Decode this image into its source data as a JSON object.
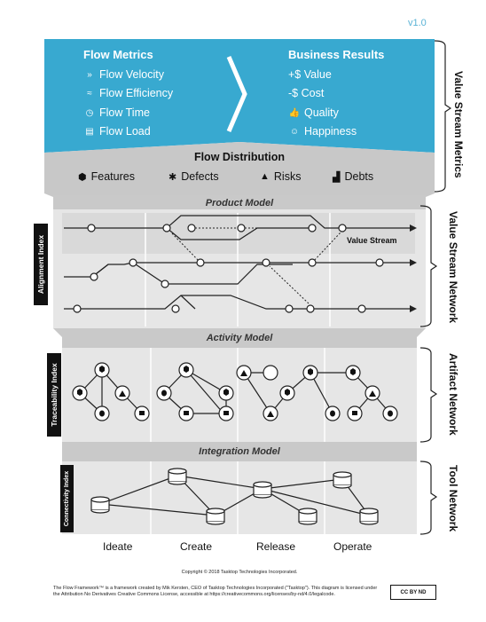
{
  "version": "v1.0",
  "flow_metrics": {
    "title": "Flow Metrics",
    "items": [
      {
        "icon": "flow-velocity-icon",
        "label": "Flow Velocity"
      },
      {
        "icon": "flow-efficiency-icon",
        "label": "Flow Efficiency"
      },
      {
        "icon": "flow-time-icon",
        "label": "Flow Time"
      },
      {
        "icon": "flow-load-icon",
        "label": "Flow Load"
      }
    ]
  },
  "business_results": {
    "title": "Business Results",
    "items": [
      {
        "icon": "plus-dollar-icon",
        "label": "+$ Value"
      },
      {
        "icon": "minus-dollar-icon",
        "label": "-$ Cost"
      },
      {
        "icon": "thumbs-up-icon",
        "label": "Quality"
      },
      {
        "icon": "smiley-icon",
        "label": "Happiness"
      }
    ]
  },
  "flow_distribution": {
    "title": "Flow Distribution",
    "items": [
      {
        "icon": "features-icon",
        "label": "Features"
      },
      {
        "icon": "defects-icon",
        "label": "Defects"
      },
      {
        "icon": "risks-icon",
        "label": "Risks"
      },
      {
        "icon": "debts-icon",
        "label": "Debts"
      }
    ]
  },
  "bands": {
    "product_model": "Product Model",
    "activity_model": "Activity Model",
    "integration_model": "Integration Model"
  },
  "value_stream_label": "Value Stream",
  "indexes": {
    "alignment": "Alignment Index",
    "traceability": "Traceability Index",
    "connectivity": "Connectivity Index"
  },
  "side_labels": {
    "value_stream_metrics": "Value Stream Metrics",
    "value_stream_network": "Value Stream Network",
    "artifact_network": "Artifact Network",
    "tool_network": "Tool Network"
  },
  "phases": [
    "Ideate",
    "Create",
    "Release",
    "Operate"
  ],
  "copyright": "Copyright © 2018 Tasktop Technologies Incorporated.",
  "license": "The Flow Framework™ is a framework created by Mik Kersten, CEO of Tasktop Technologies Incorporated (\"Tasktop\"). This diagram is licensed under the Attribution No Derivatives Creative Commons License, accessible at https://creativecommons.org/licenses/by-nd/4.0/legalcode.",
  "license_badge": "CC BY ND",
  "colors": {
    "metrics_blue": "#38a9d0",
    "gray_band": "#c9c9c9",
    "gray_panel": "#e4e4e4",
    "dark": "#111111"
  }
}
